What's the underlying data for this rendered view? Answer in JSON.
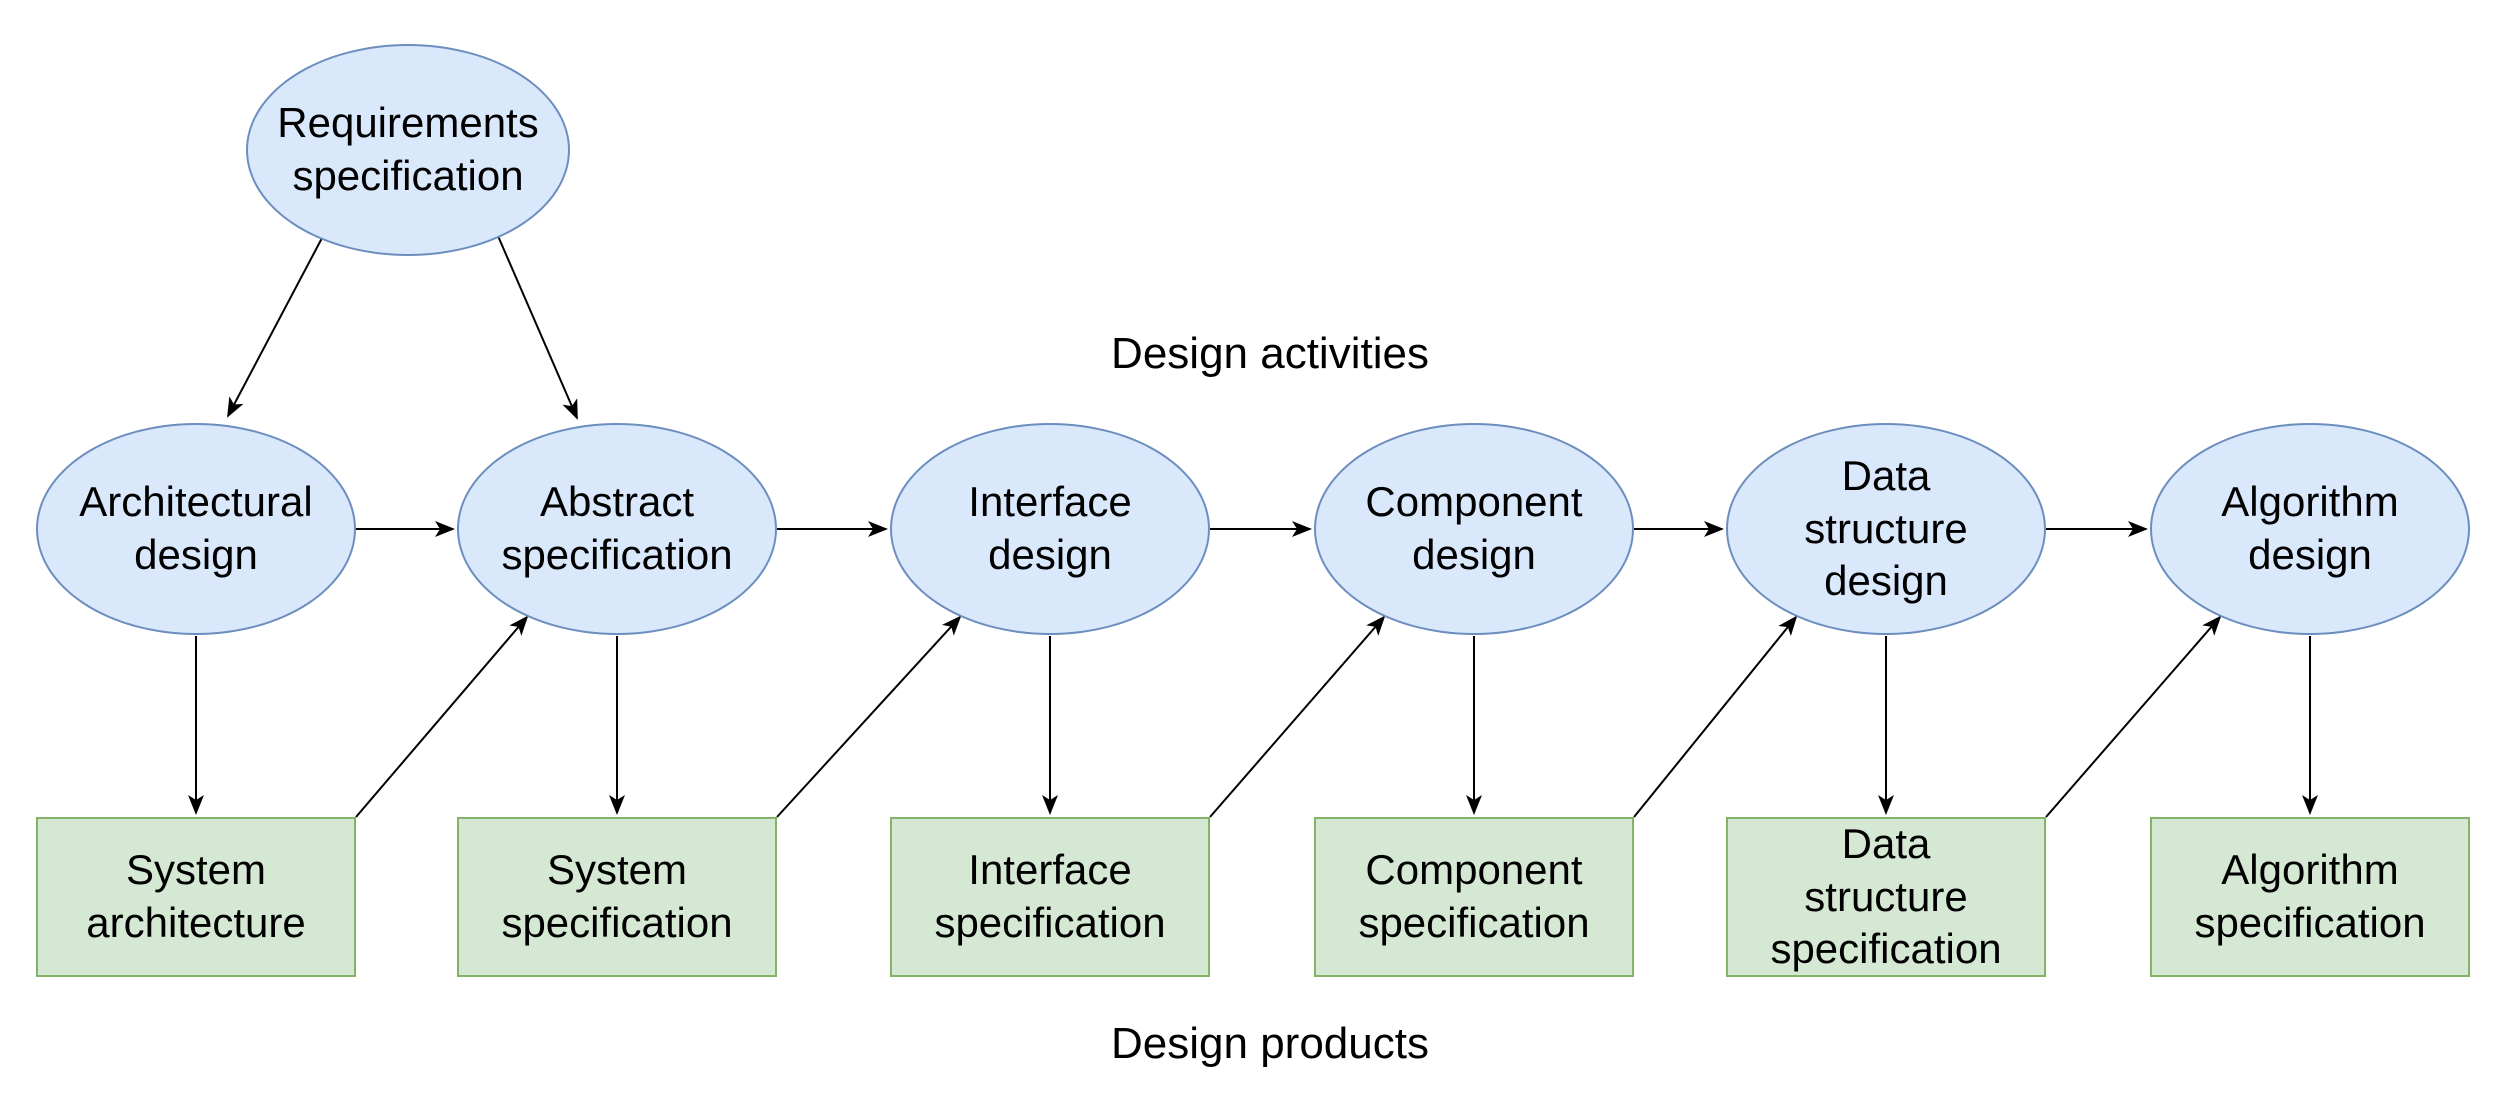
{
  "diagram": {
    "labels": {
      "activities_section": "Design activities",
      "products_section": "Design products"
    },
    "requirements": {
      "label": "Requirements\nspecification"
    },
    "activities": [
      {
        "label": "Architectural\ndesign"
      },
      {
        "label": "Abstract\nspecification"
      },
      {
        "label": "Interface\ndesign"
      },
      {
        "label": "Component\ndesign"
      },
      {
        "label": "Data\nstructure\ndesign"
      },
      {
        "label": "Algorithm\ndesign"
      }
    ],
    "products": [
      {
        "label": "System\narchitecture"
      },
      {
        "label": "System\nspecification"
      },
      {
        "label": "Interface\nspecification"
      },
      {
        "label": "Component\nspecification"
      },
      {
        "label": "Data\nstructure\nspecification"
      },
      {
        "label": "Algorithm\nspecification"
      }
    ],
    "colors": {
      "activity_fill": "#dae8fc",
      "activity_border": "#6c8ebf",
      "product_fill": "#d5e8d4",
      "product_border": "#82b366",
      "arrow": "#000000",
      "text": "#000000",
      "background": "#ffffff"
    }
  }
}
